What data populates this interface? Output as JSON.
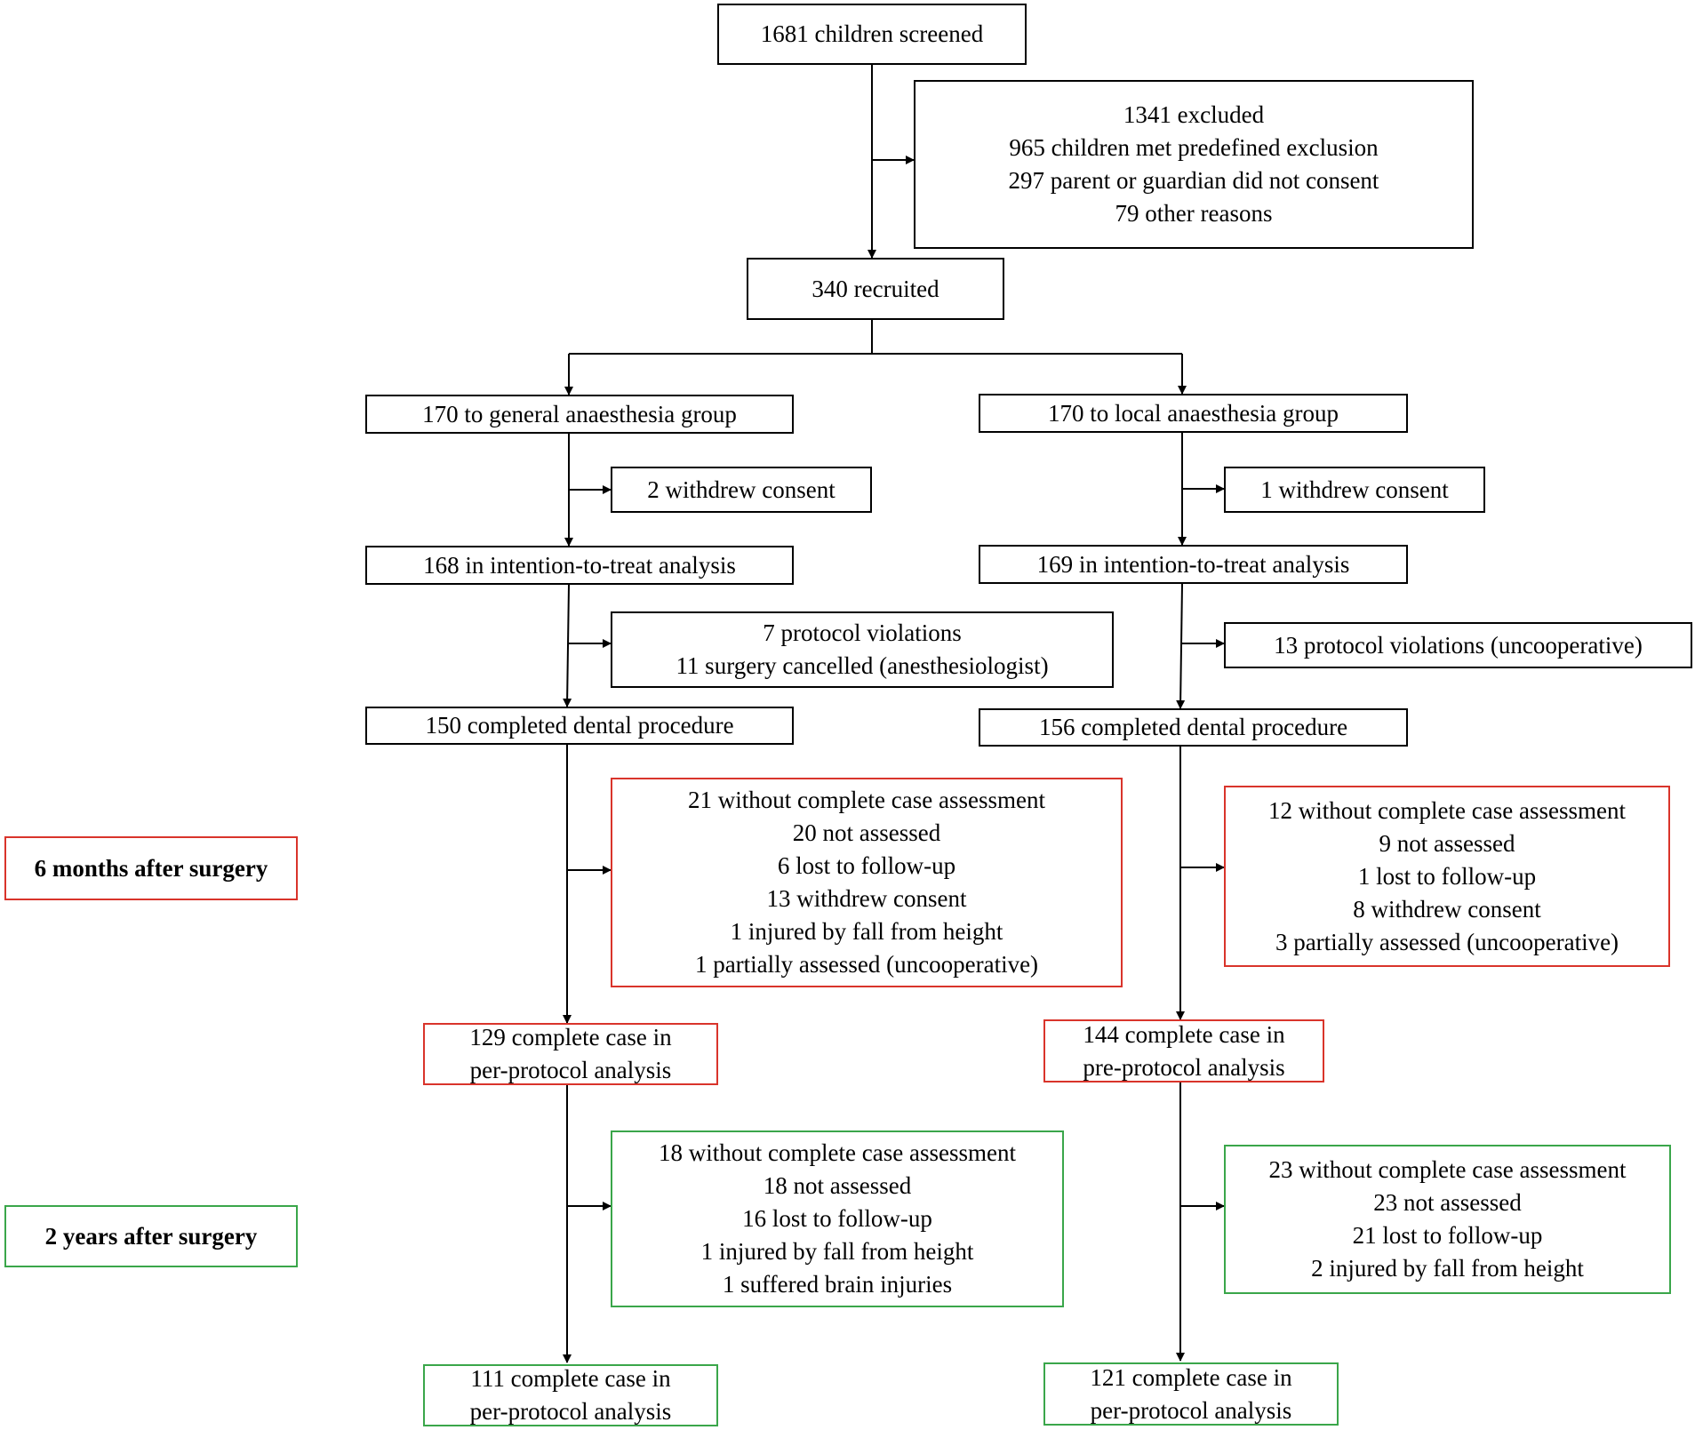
{
  "colors": {
    "line": "#000000",
    "six_months": "#d9342b",
    "two_years": "#3aa64a"
  },
  "screened": {
    "lines": [
      "1681 children screened"
    ]
  },
  "excluded": {
    "lines": [
      "1341 excluded",
      "965 children met predefined exclusion",
      "297 parent or guardian did not consent",
      "79 other reasons"
    ]
  },
  "recruited": {
    "lines": [
      "340 recruited"
    ]
  },
  "period_labels": {
    "six_months": "6 months after surgery",
    "two_years": "2 years after surgery"
  },
  "general": {
    "group": {
      "lines": [
        "170 to general anaesthesia group"
      ]
    },
    "withdrew": {
      "lines": [
        "2 withdrew consent"
      ]
    },
    "itt": {
      "lines": [
        "168 in intention-to-treat analysis"
      ]
    },
    "violations": {
      "lines": [
        "7 protocol violations",
        "11 surgery cancelled (anesthesiologist)"
      ]
    },
    "completed": {
      "lines": [
        "150 completed dental procedure"
      ]
    },
    "six_month_loss": {
      "lines": [
        "21 without complete case assessment",
        "20 not assessed",
        "6 lost to follow-up",
        "13 withdrew consent",
        "1 injured by fall from height",
        "1 partially assessed (uncooperative)"
      ]
    },
    "six_month_pp": {
      "lines": [
        "129 complete case in",
        "per-protocol analysis"
      ]
    },
    "two_year_loss": {
      "lines": [
        "18 without complete case assessment",
        "18 not assessed",
        "16 lost to follow-up",
        "1 injured by fall from height",
        "1 suffered brain injuries"
      ]
    },
    "two_year_pp": {
      "lines": [
        "111 complete case in",
        "per-protocol analysis"
      ]
    }
  },
  "local": {
    "group": {
      "lines": [
        "170 to local anaesthesia group"
      ]
    },
    "withdrew": {
      "lines": [
        "1 withdrew consent"
      ]
    },
    "itt": {
      "lines": [
        "169 in intention-to-treat analysis"
      ]
    },
    "violations": {
      "lines": [
        "13 protocol violations (uncooperative)"
      ]
    },
    "completed": {
      "lines": [
        "156 completed dental procedure"
      ]
    },
    "six_month_loss": {
      "lines": [
        "12 without complete case assessment",
        "9 not assessed",
        "1 lost to follow-up",
        "8 withdrew consent",
        "3 partially assessed (uncooperative)"
      ]
    },
    "six_month_pp": {
      "lines": [
        "144 complete case in",
        "pre-protocol analysis"
      ]
    },
    "two_year_loss": {
      "lines": [
        "23 without complete case assessment",
        "23 not assessed",
        "21 lost to follow-up",
        "2 injured by fall from height"
      ]
    },
    "two_year_pp": {
      "lines": [
        "121 complete case in",
        "per-protocol analysis"
      ]
    }
  }
}
